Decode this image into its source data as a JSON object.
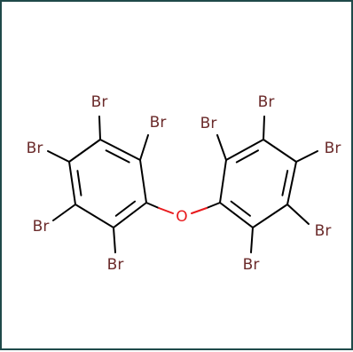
{
  "molecule": {
    "oxygen": {
      "symbol": "O",
      "color": "#e8191c"
    },
    "bromine": {
      "color": "#6b2b2b"
    },
    "bond_color": "#000000",
    "left_ring": {
      "substituents": [
        {
          "label": "Br"
        },
        {
          "label": "Br"
        },
        {
          "label": "Br"
        },
        {
          "label": "Br"
        },
        {
          "label": "Br"
        }
      ]
    },
    "right_ring": {
      "substituents": [
        {
          "label": "Br"
        },
        {
          "label": "Br"
        },
        {
          "label": "Br"
        },
        {
          "label": "Br"
        },
        {
          "label": "Br"
        }
      ]
    }
  }
}
